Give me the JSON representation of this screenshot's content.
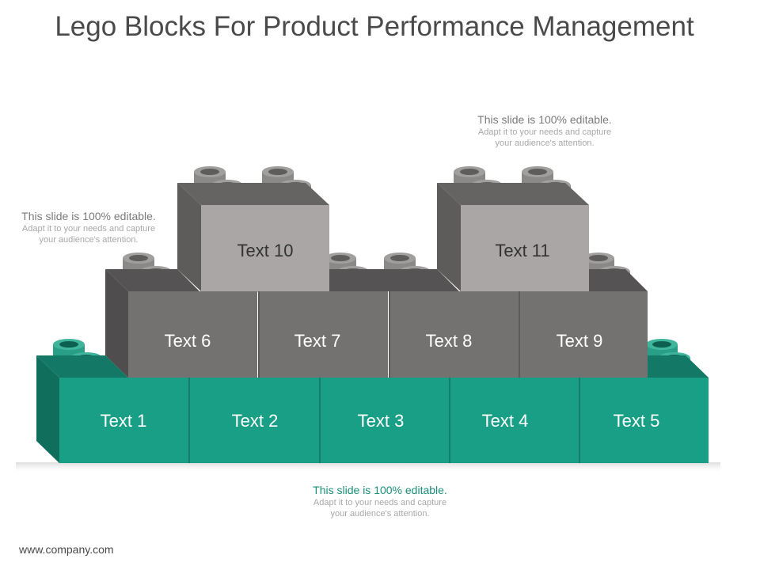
{
  "title": "Lego Blocks For Product Performance Management",
  "colors": {
    "teal_front": "#1a9f87",
    "teal_side": "#0f6f5c",
    "teal_stud": "#2a9f88",
    "gray_front": "#747171",
    "gray_side": "#4f4d4d",
    "light_front": "#aaa6a6",
    "light_side": "#5e5b5b",
    "stud_gray": "#8b8888"
  },
  "bricks": {
    "bottom": [
      "Text 1",
      "Text 2",
      "Text 3",
      "Text 4",
      "Text 5"
    ],
    "middle": [
      "Text 6",
      "Text 7",
      "Text 8",
      "Text 9"
    ],
    "top": [
      "Text 10",
      "Text 11"
    ]
  },
  "notes": {
    "top": {
      "head": "This slide is 100% editable.",
      "line1": "Adapt it to your needs and capture",
      "line2": "your audience's attention."
    },
    "left": {
      "head": "This slide is 100% editable.",
      "line1": "Adapt it to your needs and capture",
      "line2": "your audience's attention."
    },
    "bottom": {
      "head": "This slide is 100% editable.",
      "line1": "Adapt it to your needs and capture",
      "line2": "your audience's attention."
    }
  },
  "footer": "www.company.com"
}
